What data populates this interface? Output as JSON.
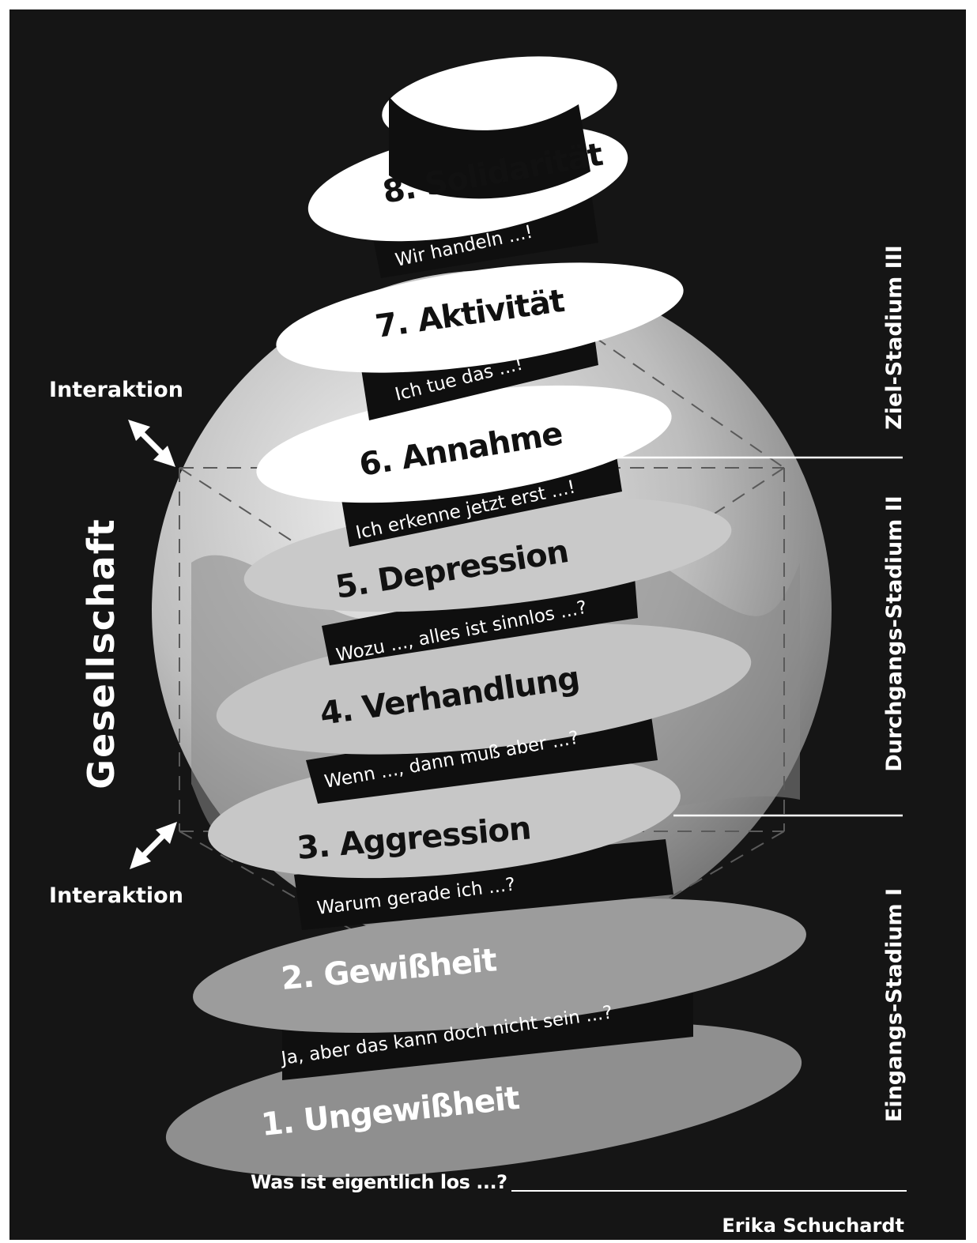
{
  "diagram": {
    "stages": [
      {
        "phase": "8. Solidarität",
        "quote": "Wir handeln ...!"
      },
      {
        "phase": "7. Aktivität",
        "quote": "Ich tue das ...!"
      },
      {
        "phase": "6. Annahme",
        "quote": "Ich erkenne jetzt erst ...!"
      },
      {
        "phase": "5. Depression",
        "quote": "Wozu ..., alles ist sinnlos ...?"
      },
      {
        "phase": "4. Verhandlung",
        "quote": "Wenn ..., dann muß aber ...?"
      },
      {
        "phase": "3. Aggression",
        "quote": "Warum gerade ich ...?"
      },
      {
        "phase": "2. Gewißheit",
        "quote": "Ja, aber das kann doch nicht sein ...?"
      },
      {
        "phase": "1. Ungewißheit",
        "quote": "Was ist eigentlich los ...?"
      }
    ],
    "left_label": "Gesellschaft",
    "interaction_top": "Interaktion",
    "interaction_bottom": "Interaktion",
    "stadium_goal": "Ziel-Stadium III",
    "stadium_transit": "Durchgangs-Stadium II",
    "stadium_entry": "Eingangs-Stadium I",
    "author": "Erika Schuchardt"
  }
}
